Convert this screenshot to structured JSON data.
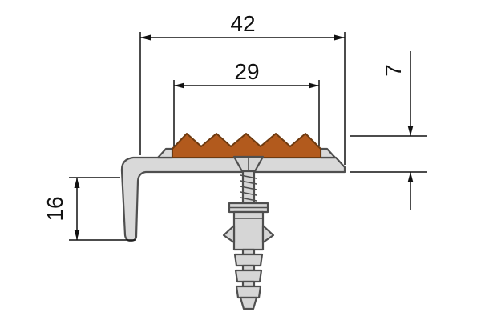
{
  "drawing": {
    "dimension_labels": {
      "total_width": "42",
      "insert_width": "29",
      "insert_height": "7",
      "lip_height": "16"
    },
    "colors": {
      "background": "#ffffff",
      "dimension_line": "#111111",
      "profile_fill": "#d9d9d9",
      "profile_stroke": "#4f4f4f",
      "insert_fill": "#b25a1d",
      "insert_stroke": "#6e3a10",
      "hardware_fill": "#d6d6d6",
      "hardware_stroke": "#4f4f4f"
    }
  }
}
